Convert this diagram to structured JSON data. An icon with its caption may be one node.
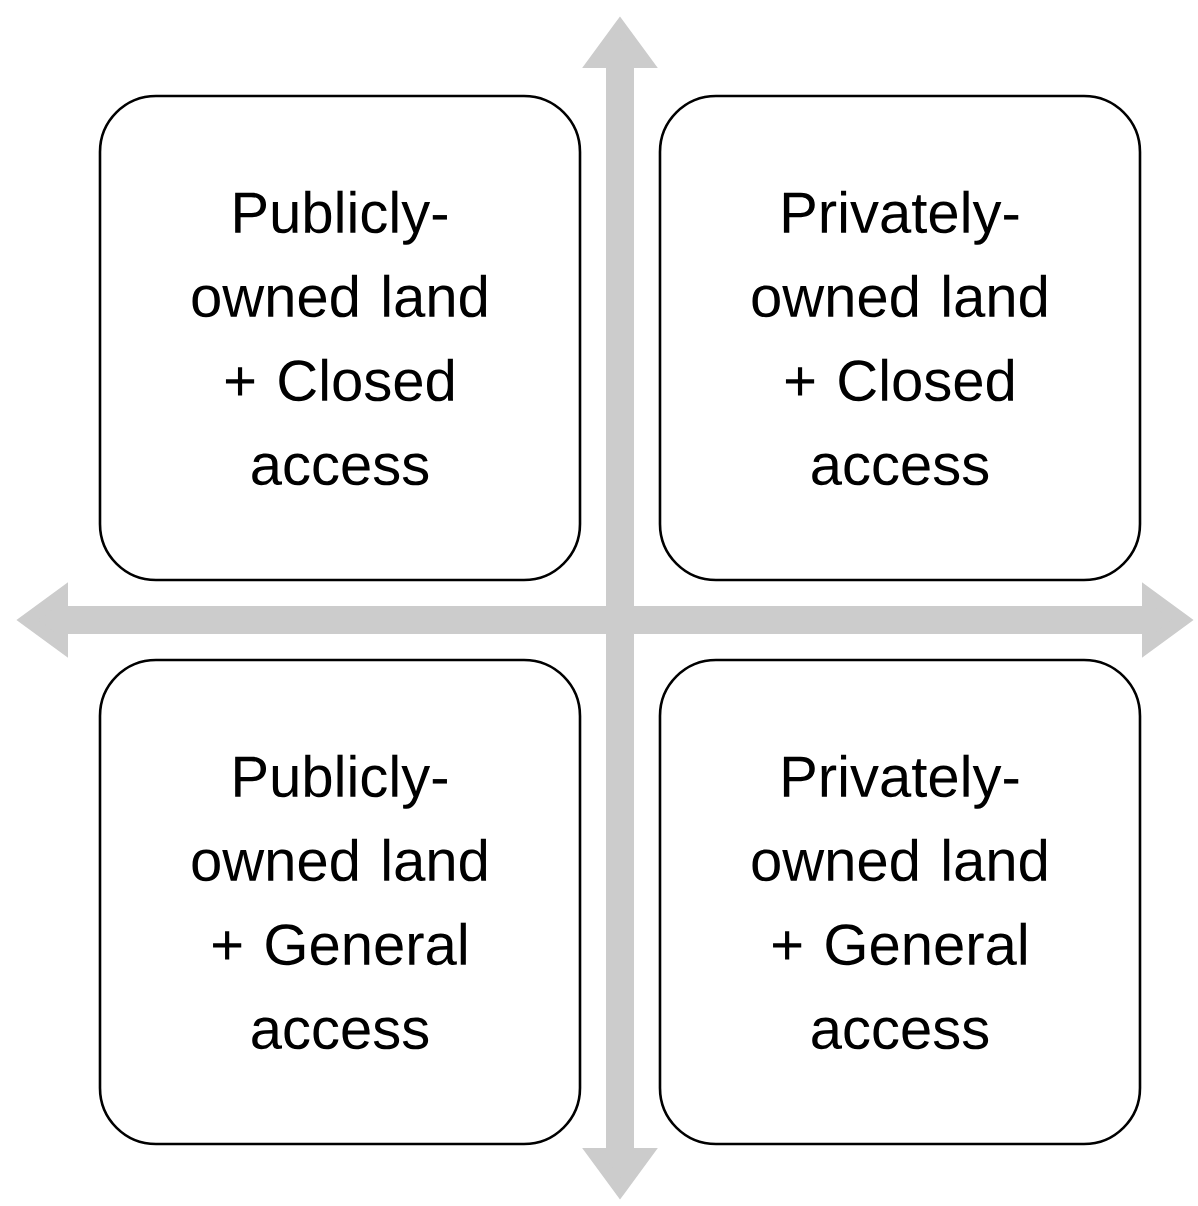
{
  "diagram": {
    "nodes": [
      {
        "text": [
          "Publicly- owned land + Closed access"
        ]
      },
      {
        "text": [
          "Privately- owned land + Closed access"
        ]
      },
      {
        "text": [
          "Publicly- owned land + General access"
        ]
      },
      {
        "text": [
          "Privately- owned land + General access"
        ]
      }
    ]
  }
}
